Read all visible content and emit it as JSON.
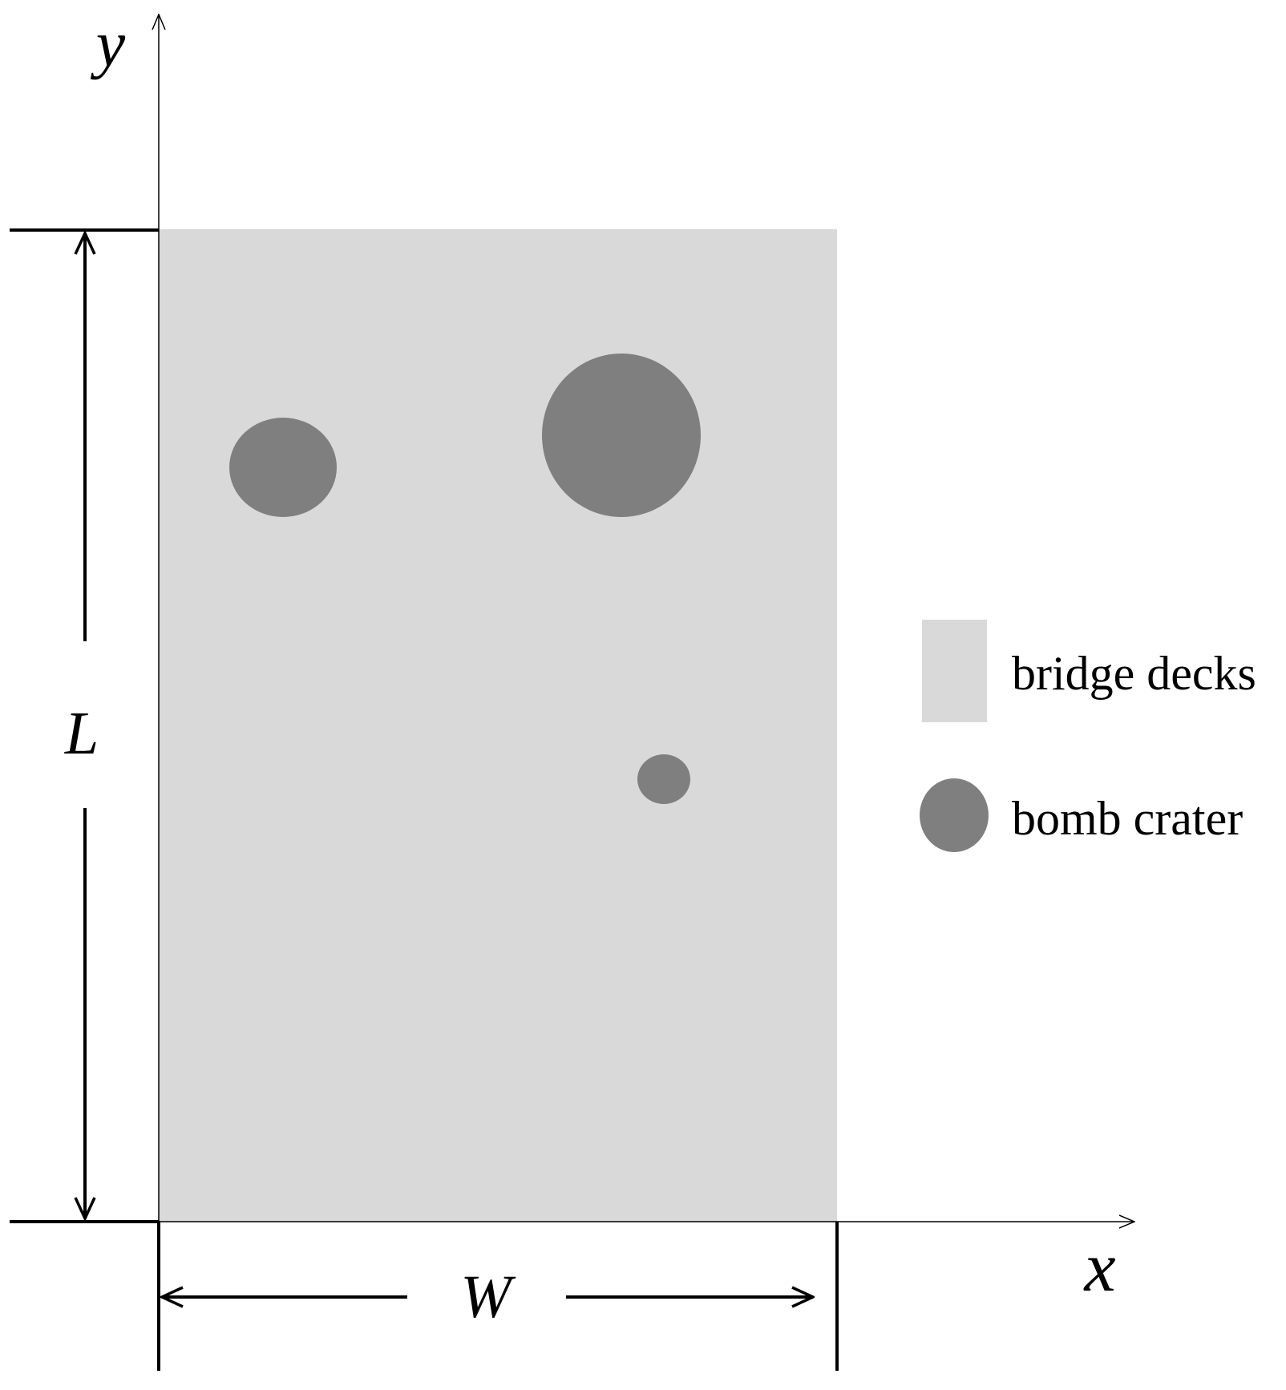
{
  "axes": {
    "x_label": "x",
    "y_label": "y"
  },
  "dimensions": {
    "width_label": "W",
    "length_label": "L"
  },
  "legend": {
    "items": [
      {
        "label": "bridge decks",
        "swatch": "rectangle",
        "color": "#d9d9d9"
      },
      {
        "label": "bomb crater",
        "swatch": "circle",
        "color": "#7f7f7f"
      }
    ]
  },
  "colors": {
    "deck": "#d9d9d9",
    "crater": "#7f7f7f",
    "line": "#000000"
  },
  "craters_count": 3
}
